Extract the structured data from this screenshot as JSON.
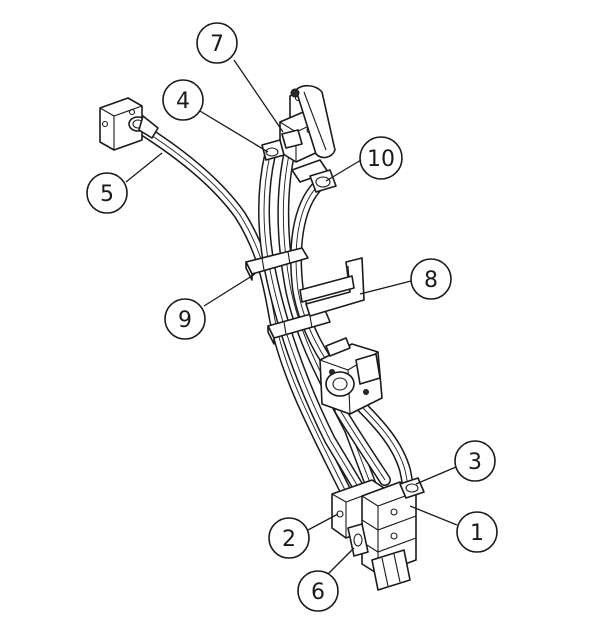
{
  "callouts": [
    {
      "id": "1",
      "label": "1"
    },
    {
      "id": "2",
      "label": "2"
    },
    {
      "id": "3",
      "label": "3"
    },
    {
      "id": "4",
      "label": "4"
    },
    {
      "id": "5",
      "label": "5"
    },
    {
      "id": "6",
      "label": "6"
    },
    {
      "id": "7",
      "label": "7"
    },
    {
      "id": "8",
      "label": "8"
    },
    {
      "id": "9",
      "label": "9"
    },
    {
      "id": "10",
      "label": "10"
    }
  ],
  "colors": {
    "line": "#1a1a1a",
    "background": "#ffffff"
  }
}
